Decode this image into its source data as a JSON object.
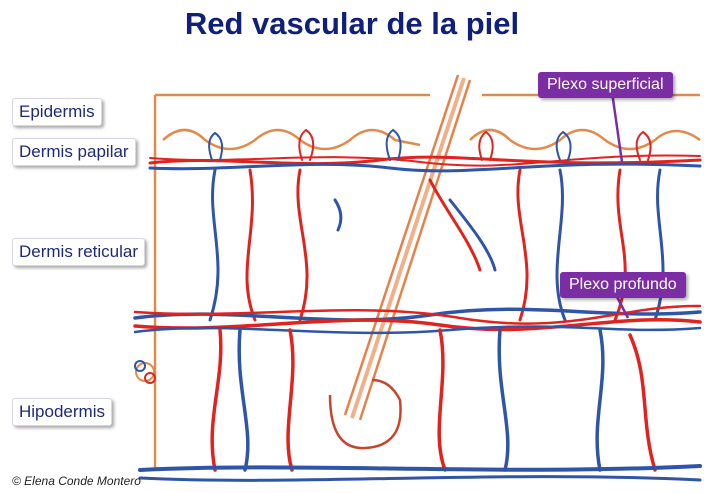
{
  "title": "Red vascular de la piel",
  "layers": {
    "epidermis": "Epidermis",
    "dermis_papilar": "Dermis papilar",
    "dermis_reticular": "Dermis reticular",
    "hipodermis": "Hipodermis"
  },
  "callouts": {
    "plexo_superficial": "Plexo superficial",
    "plexo_profundo": "Plexo profundo"
  },
  "credit": "© Elena Conde Montero",
  "colors": {
    "title": "#0f1f7a",
    "artery": "#e0241d",
    "vein": "#2f55a8",
    "callout_bg": "#7b2ea3",
    "skin_outline": "#e38a4a"
  }
}
